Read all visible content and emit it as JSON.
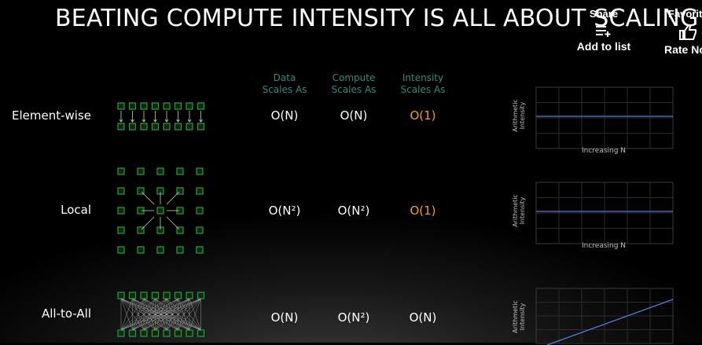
{
  "title": "BEATING COMPUTE INTENSITY IS ALL ABOUT SCALING",
  "overlay": {
    "share_label": "Share",
    "add_to_list_label": "Add to list",
    "favorite_label": "Favorit",
    "rate_label": "Rate No"
  },
  "columns": [
    {
      "line1": "Data",
      "line2": "Scales As"
    },
    {
      "line1": "Compute",
      "line2": "Scales As"
    },
    {
      "line1": "Intensity",
      "line2": "Scales As"
    }
  ],
  "rows": [
    {
      "label": "Element-wise",
      "data": "O(N)",
      "compute": "O(N)",
      "intensity": "O(1)"
    },
    {
      "label": "Local",
      "data": "O(N²)",
      "compute": "O(N²)",
      "intensity": "O(1)"
    },
    {
      "label": "All-to-All",
      "data": "O(N)",
      "compute": "O(N²)",
      "intensity": "O(N)"
    }
  ],
  "charts": {
    "ylabel_line1": "Arithmetic",
    "ylabel_line2": "Intensity",
    "xlabel": "Increasing N"
  },
  "colors": {
    "accent_teal": "#2e8c7c",
    "highlight_orange": "#f59d22",
    "node_green": "#2d9b3a",
    "line_blue": "#4f7fd8"
  },
  "icons": {
    "add_to_list": "playlist-add-icon",
    "rate": "thumbs-up-icon"
  }
}
